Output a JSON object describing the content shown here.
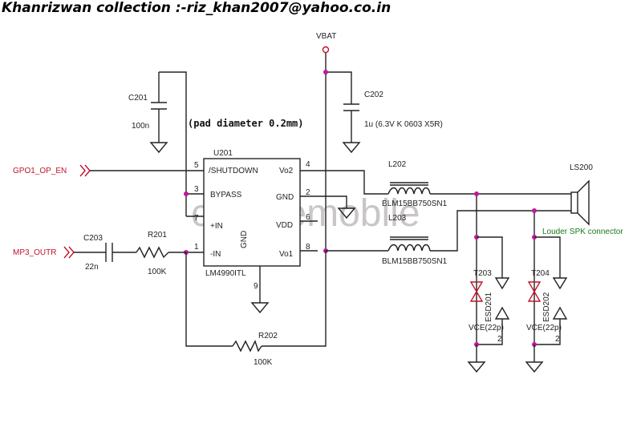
{
  "header": {
    "credit": "Khanrizwan collection :-riz_khan2007@yahoo.co.in"
  },
  "watermark": "cangtemobile",
  "power": {
    "label": "VBAT"
  },
  "note": "(pad diameter 0.2mm)",
  "ic": {
    "ref": "U201",
    "part": "LM4990ITL",
    "pins": [
      {
        "num": "5",
        "name": "/SHUTDOWN"
      },
      {
        "num": "3",
        "name": "BYPASS"
      },
      {
        "num": "7",
        "name": "+IN"
      },
      {
        "num": "1",
        "name": "-IN"
      },
      {
        "num": "4",
        "name": "Vo2"
      },
      {
        "num": "2",
        "name": "GND"
      },
      {
        "num": "6",
        "name": "VDD"
      },
      {
        "num": "8",
        "name": "Vo1"
      },
      {
        "num": "9",
        "name": "GND"
      }
    ]
  },
  "c201": {
    "ref": "C201",
    "value": "100n"
  },
  "c202": {
    "ref": "C202",
    "value": "1u (6.3V K 0603 X5R)"
  },
  "c203": {
    "ref": "C203",
    "value": "22n"
  },
  "r201": {
    "ref": "R201",
    "value": "100K"
  },
  "r202": {
    "ref": "R202",
    "value": "100K"
  },
  "l202": {
    "ref": "L202",
    "value": "BLM15BB750SN1"
  },
  "l203": {
    "ref": "L203",
    "value": "BLM15BB750SN1"
  },
  "speaker": {
    "ref": "LS200",
    "connector": "Louder SPK connector"
  },
  "esd": [
    {
      "t_ref": "T203",
      "ref": "ESD201",
      "value": "VCE(22p)",
      "pin": "2"
    },
    {
      "t_ref": "T204",
      "ref": "ESD202",
      "value": "VCE(22p)",
      "pin": "2"
    }
  ],
  "signals": {
    "gpo": "GPO1_OP_EN",
    "mp3": "MP3_OUTR"
  },
  "colors": {
    "signal": "#c0142a",
    "junction": "#c01a9a",
    "connector_label": "#1a7a1a"
  }
}
